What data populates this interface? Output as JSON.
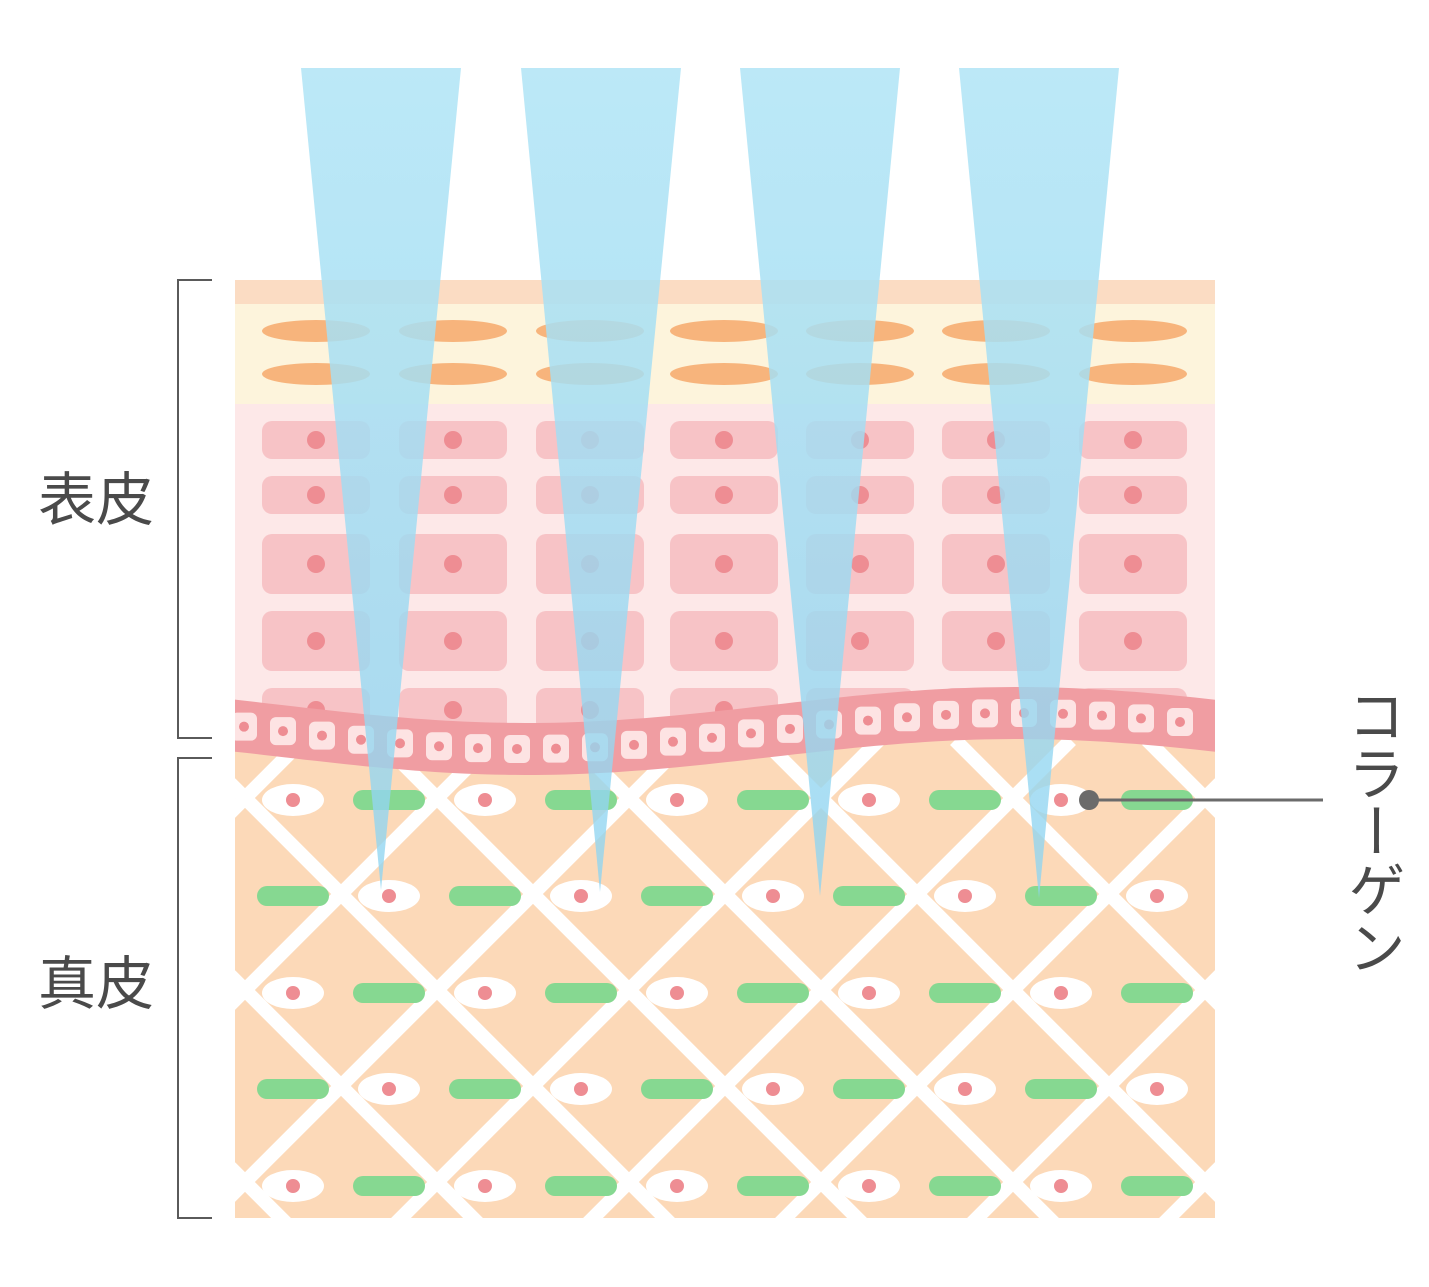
{
  "labels": {
    "epidermis": "表皮",
    "dermis": "真皮",
    "collagen_callout": "コラーゲン"
  },
  "needle_count": 4,
  "colors": {
    "background": "#ffffff",
    "stratum_corneum": "#fbdcc3",
    "granular_layer": "#fdf4dc",
    "granular_cell": "#f7b47c",
    "spinous_layer": "#fde8e8",
    "spinous_cell": "#f7c3c6",
    "nucleus": "#ee8d93",
    "basal_band": "#f09da2",
    "basal_cell": "#fde3e3",
    "dermis": "#fcd9b8",
    "fiber_mesh": "#ffffff",
    "collagen": "#86d891",
    "fibroblast_body": "#ffffff",
    "needle": "#9fdcf3",
    "bracket_line": "#5a5a5a",
    "callout_dot": "#6b6b6b",
    "text": "#4a4a4a"
  }
}
